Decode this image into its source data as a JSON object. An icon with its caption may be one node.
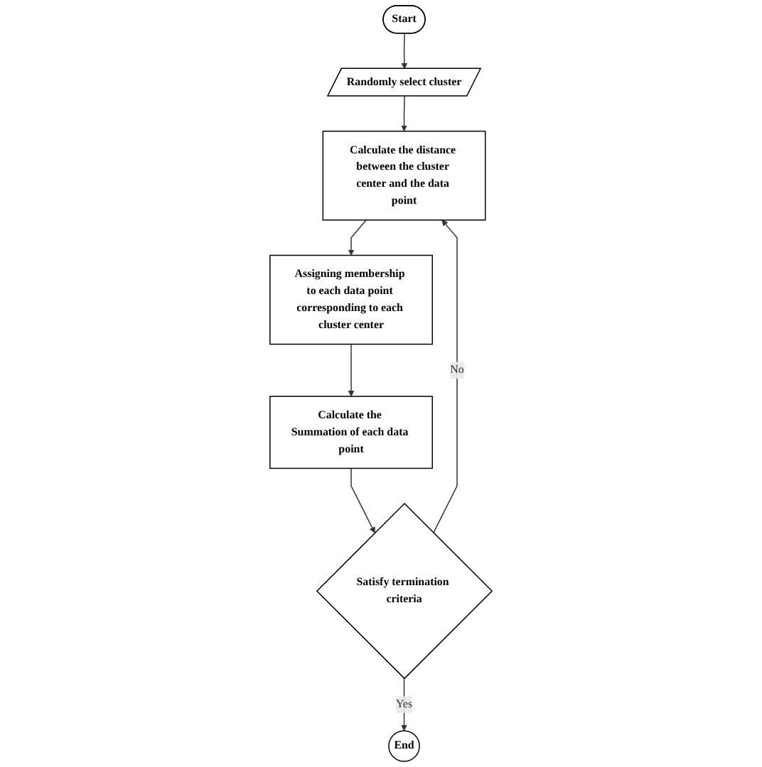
{
  "diagram": {
    "nodes": [
      {
        "text": [
          "Start"
        ]
      },
      {
        "text": [
          "Randomly select cluster"
        ]
      },
      {
        "text": [
          "Calculate the distance between the cluster center and the data point"
        ]
      },
      {
        "text": [
          "Assigning membership to each data point corresponding to each cluster center"
        ]
      },
      {
        "text": [
          "Calculate the Summation of each data point"
        ]
      },
      {
        "text": [
          "Satisfy termination criteria"
        ]
      },
      {
        "text": [
          "End"
        ]
      }
    ],
    "edges": [
      {
        "from": 0,
        "to": 1,
        "arrow": "to"
      },
      {
        "from": 1,
        "to": 2,
        "arrow": "to"
      },
      {
        "from": 2,
        "to": 3,
        "arrow": "to"
      },
      {
        "from": 3,
        "to": 4,
        "arrow": "to"
      },
      {
        "from": 4,
        "to": 5,
        "arrow": "to"
      },
      {
        "from": 5,
        "to": 2,
        "label": "No",
        "arrow": "to"
      },
      {
        "from": 5,
        "to": 6,
        "label": "Yes",
        "arrow": "to"
      }
    ]
  }
}
